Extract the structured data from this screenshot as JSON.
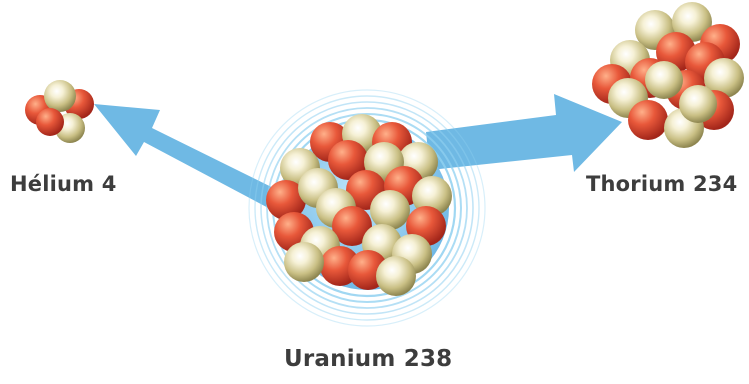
{
  "labels": {
    "helium": "Hélium 4",
    "thorium": "Thorium 234",
    "uranium": "Uranium 238"
  },
  "colors": {
    "background": "#ffffff",
    "arrow": "#6fb9e4",
    "ring": "#8fd0f0",
    "disc": "#8cc9ee",
    "proton": "#e2533a",
    "neutron": "#e6dcae",
    "label": "#3d3d3d"
  },
  "icons": {
    "helium_nucleus": "helium-4-nucleus-icon",
    "thorium_nucleus": "thorium-234-nucleus-icon",
    "uranium_nucleus": "uranium-238-nucleus-icon",
    "arrow_left": "arrow-left-icon",
    "arrow_right": "arrow-right-icon"
  }
}
